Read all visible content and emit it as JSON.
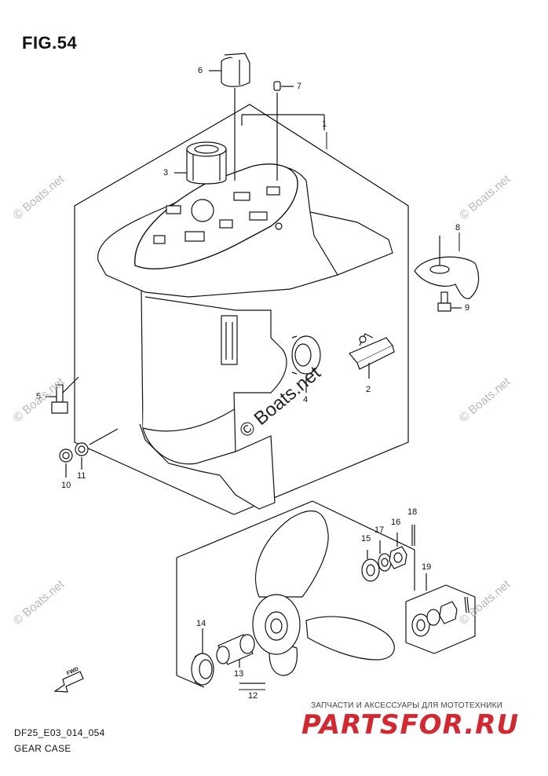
{
  "figure": {
    "title": "FIG.54",
    "code": "DF25_E03_014_054",
    "caption": "GEAR CASE"
  },
  "watermark": {
    "text": "© Boats.net"
  },
  "shop": {
    "tagline": "ЗАПЧАСТИ И АКСЕССУАРЫ ДЛЯ МОТОТЕХНИКИ",
    "logo": "PARTSFOR.RU",
    "logo_color": "#d4272f"
  },
  "parts": [
    {
      "number": "1"
    },
    {
      "number": "2"
    },
    {
      "number": "3"
    },
    {
      "number": "4"
    },
    {
      "number": "5"
    },
    {
      "number": "6"
    },
    {
      "number": "7"
    },
    {
      "number": "8"
    },
    {
      "number": "9"
    },
    {
      "number": "10"
    },
    {
      "number": "11"
    },
    {
      "number": "12"
    },
    {
      "number": "13"
    },
    {
      "number": "14"
    },
    {
      "number": "15"
    },
    {
      "number": "16"
    },
    {
      "number": "17"
    },
    {
      "number": "18"
    },
    {
      "number": "19"
    }
  ],
  "fwd_marker": {
    "label": "FWD"
  }
}
